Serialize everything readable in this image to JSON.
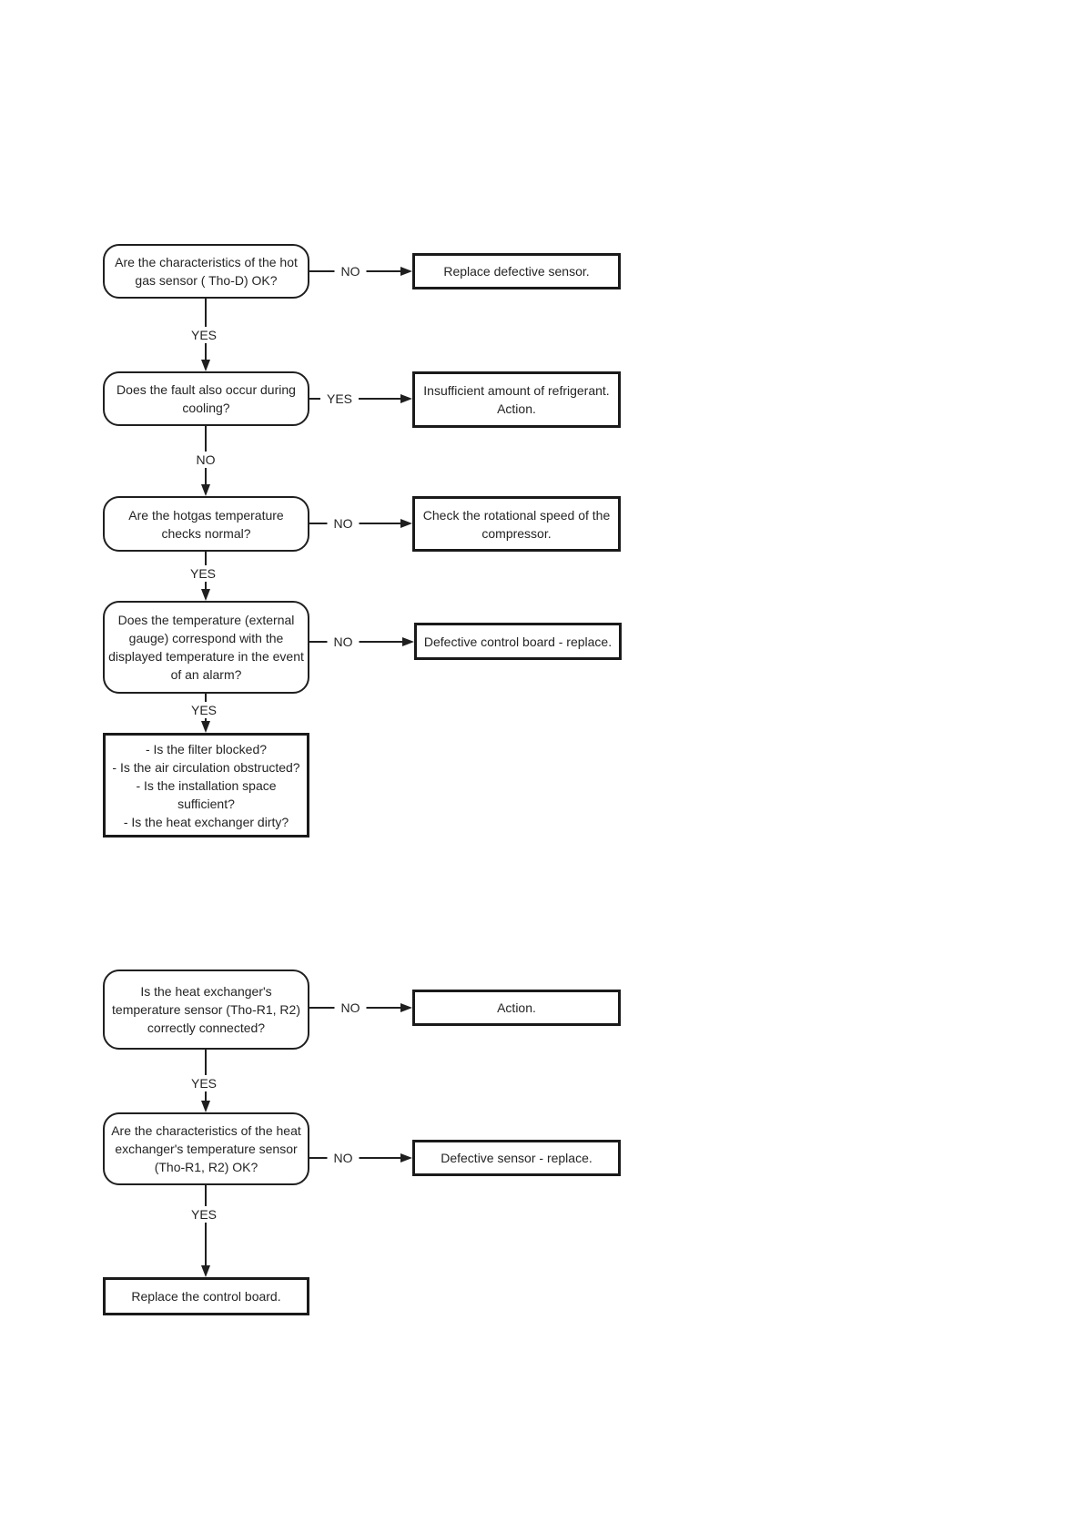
{
  "diagram": {
    "kind": "troubleshooting-flowchart",
    "background_color": "#ffffff",
    "line_color": "#1f1f1f",
    "text_color": "#242424"
  },
  "fc1": {
    "nodes": {
      "q1": "Are the characteristics of the hot\ngas sensor ( Tho-D) OK?",
      "r1": "Replace defective sensor.",
      "q2": "Does the fault also occur during\ncooling?",
      "r2": "Insufficient amount of refrigerant.\nAction.",
      "q3": "Are the hotgas temperature\nchecks normal?",
      "r3": "Check the rotational speed of the\ncompressor.",
      "q4": "Does the temperature (external\ngauge) correspond with the\ndisplayed temperature in the event\nof an alarm?",
      "r4": "Defective control board - replace.",
      "checklist": "- Is the filter blocked?\n- Is the air circulation obstructed?\n- Is the installation space\nsufficient?\n- Is the heat exchanger dirty?"
    },
    "edges": {
      "q1_no": "NO",
      "q1_yes": "YES",
      "q2_yes": "YES",
      "q2_no": "NO",
      "q3_no": "NO",
      "q3_yes": "YES",
      "q4_no": "NO",
      "q4_yes": "YES"
    }
  },
  "fc2": {
    "nodes": {
      "q5": "Is the heat exchanger's\ntemperature sensor (Tho-R1, R2)\ncorrectly connected?",
      "r5": "Action.",
      "q6": "Are the characteristics of the heat\nexchanger's temperature sensor\n(Tho-R1, R2) OK?",
      "r6": "Defective sensor - replace.",
      "r7": "Replace the control board."
    },
    "edges": {
      "q5_no": "NO",
      "q5_yes": "YES",
      "q6_no": "NO",
      "q6_yes": "YES"
    }
  }
}
